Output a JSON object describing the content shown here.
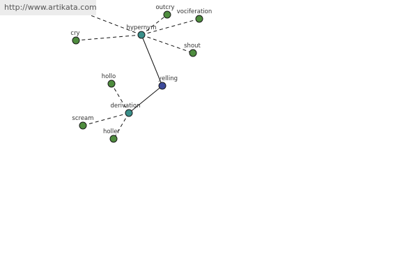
{
  "watermark": {
    "url": "http://www.artikata.com"
  },
  "colors": {
    "center_node": "#3d4a9a",
    "hub_node": "#3a8f8a",
    "leaf_node": "#4e8c3e",
    "edge": "#111111"
  },
  "graph": {
    "center": {
      "id": "yelling",
      "label": "yelling"
    },
    "hubs": [
      {
        "id": "hypernym",
        "label": "hypernym"
      },
      {
        "id": "derivation",
        "label": "derivation"
      }
    ],
    "leaves": [
      {
        "id": "outcry",
        "label": "outcry",
        "hub": "hypernym"
      },
      {
        "id": "vociferation",
        "label": "vociferation",
        "hub": "hypernym"
      },
      {
        "id": "cry",
        "label": "cry",
        "hub": "hypernym"
      },
      {
        "id": "shout",
        "label": "shout",
        "hub": "hypernym"
      },
      {
        "id": "hollo",
        "label": "hollo",
        "hub": "derivation"
      },
      {
        "id": "scream",
        "label": "scream",
        "hub": "derivation"
      },
      {
        "id": "holler",
        "label": "holler",
        "hub": "derivation"
      }
    ]
  }
}
